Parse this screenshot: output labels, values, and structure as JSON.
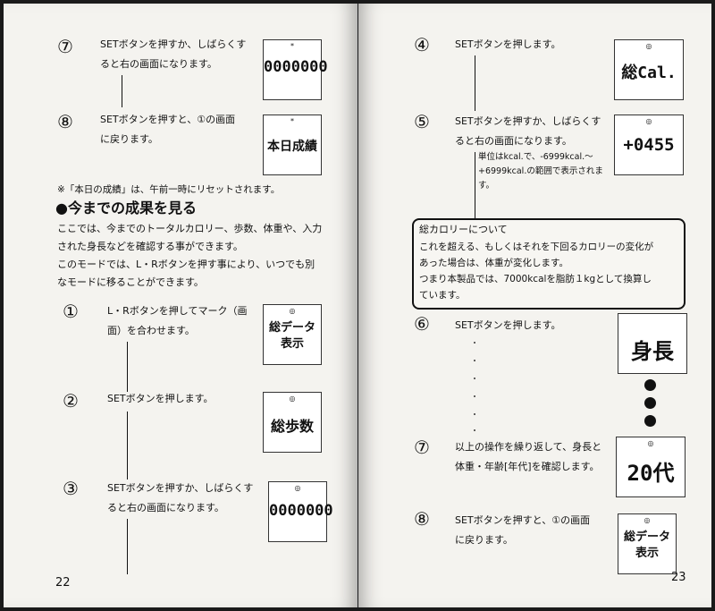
{
  "left_page": {
    "page_number": "22",
    "step7_top": {
      "num": "⑦",
      "line1": "SETボタンを押すか、しばらくす",
      "line2": "ると右の画面になります。",
      "lcd_mark": "*",
      "lcd_text": "0000000"
    },
    "step8_top": {
      "num": "⑧",
      "line1": "SETボタンを押すと、①の画面",
      "line2": "に戻ります。",
      "lcd_mark": "*",
      "lcd_text": "本日成績"
    },
    "note": "※「本日の成績」は、午前一時にリセットされます。",
    "heading": "●今までの成果を見る",
    "intro": [
      "ここでは、今までのトータルカロリー、歩数、体重や、入力",
      "された身長などを確認する事ができます。",
      "このモードでは、L・Rボタンを押す事により、いつでも別",
      "なモードに移ることができます。"
    ],
    "step1": {
      "num": "①",
      "line1": "L・Rボタンを押してマーク（画",
      "line2": "面）を合わせます。",
      "lcd_mark": "◎",
      "lcd_line1": "総データ",
      "lcd_line2": "表示"
    },
    "step2": {
      "num": "②",
      "line1": "SETボタンを押します。",
      "lcd_mark": "◎",
      "lcd_text": "総歩数"
    },
    "step3": {
      "num": "③",
      "line1": "SETボタンを押すか、しばらくす",
      "line2": "ると右の画面になります。",
      "lcd_mark": "◎",
      "lcd_text": "0000000"
    }
  },
  "right_page": {
    "page_number": "23",
    "step4": {
      "num": "④",
      "line1": "SETボタンを押します。",
      "lcd_mark": "◎",
      "lcd_text": "総Cal."
    },
    "step5": {
      "num": "⑤",
      "line1": "SETボタンを押すか、しばらくす",
      "line2": "ると右の画面になります。",
      "sub": [
        "単位はkcal.で、-6999kcal.～",
        "+6999kcal.の範囲で表示されま",
        "す。"
      ],
      "lcd_mark": "◎",
      "lcd_text": "+0455"
    },
    "calorie_box": {
      "title": "総カロリーについて",
      "lines": [
        "これを超える、もしくはそれを下回るカロリーの変化が",
        "あった場合は、体重が変化します。",
        "つまり本製品では、7000kcalを脂肪１kgとして換算し",
        "ています。"
      ]
    },
    "step6": {
      "num": "⑥",
      "line1": "SETボタンを押します。",
      "lcd_text": "身長"
    },
    "step7": {
      "num": "⑦",
      "line1": "以上の操作を繰り返して、身長と",
      "line2": "体重・年齢[年代]を確認します。",
      "lcd_mark": "◎",
      "lcd_text": "20代"
    },
    "step8": {
      "num": "⑧",
      "line1": "SETボタンを押すと、①の画面",
      "line2": "に戻ります。",
      "lcd_mark": "◎",
      "lcd_line1": "総データ",
      "lcd_line2": "表示"
    }
  }
}
